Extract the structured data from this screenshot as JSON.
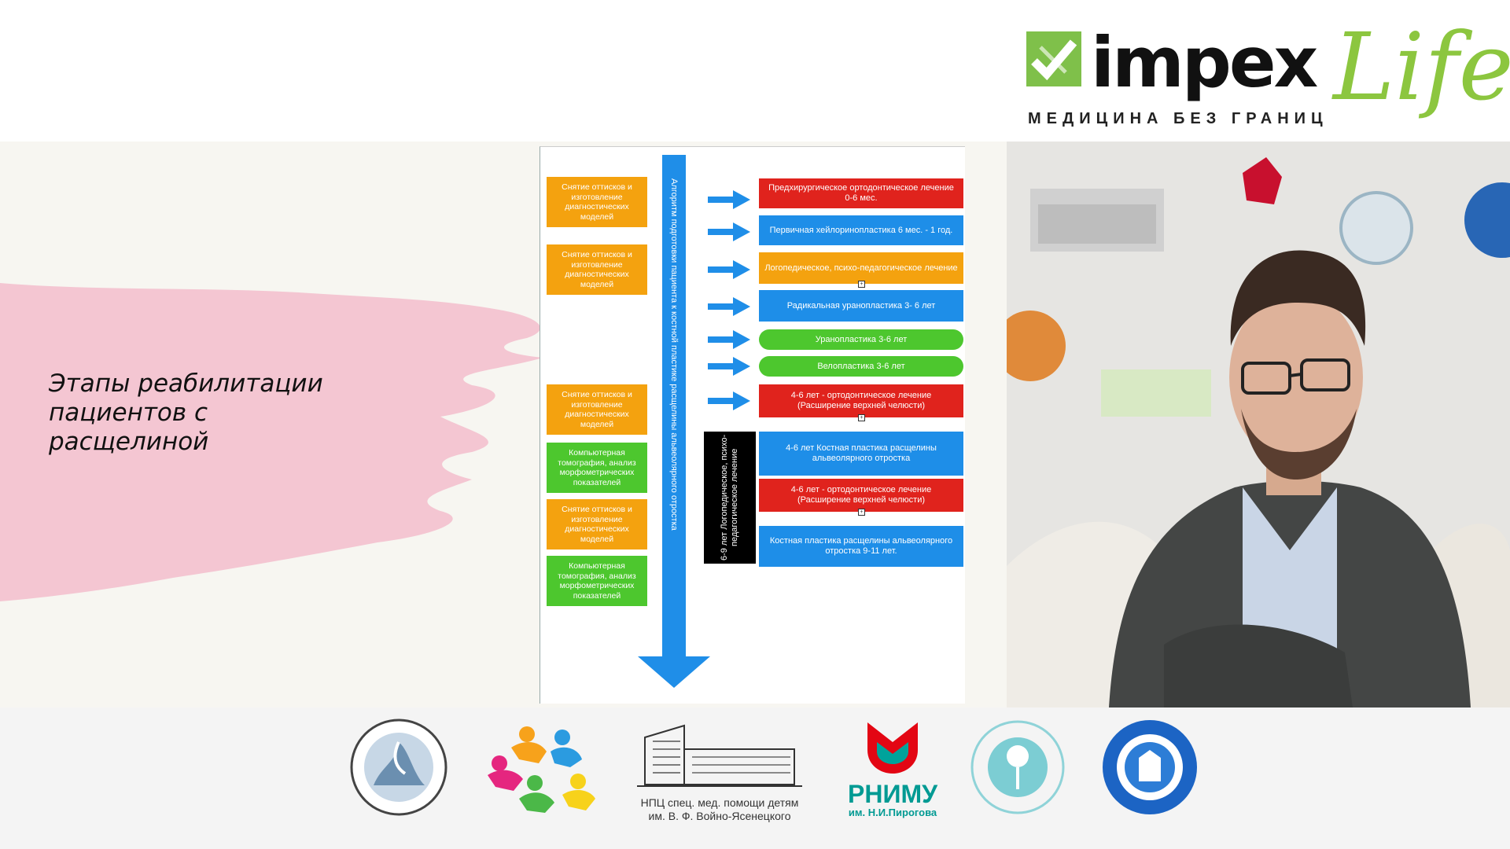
{
  "header": {
    "brand_name": "impex",
    "brand_suffix": "Life",
    "tagline": "МЕДИЦИНА БЕЗ ГРАНИЦ",
    "brand_color": "#8cc63f"
  },
  "slide": {
    "title_line1": "Этапы реабилитации",
    "title_line2": "пациентов с",
    "title_line3": "расщелиной",
    "accent_color": "#f4c6d2"
  },
  "diagram": {
    "vertical_arrow_text": "Алгоритм подготовки пациента к костной пластике расщелины альвеолярного отростка",
    "left_boxes": [
      {
        "text": "Снятие оттисков и изготовление диагностических моделей",
        "color": "orange"
      },
      {
        "text": "Снятие оттисков и изготовление диагностических моделей",
        "color": "orange"
      },
      {
        "text": "Снятие оттисков и изготовление диагностических моделей",
        "color": "orange"
      },
      {
        "text": "Компьютерная томография, анализ морфометрических показателей",
        "color": "green"
      },
      {
        "text": "Снятие оттисков и изготовление диагностических моделей",
        "color": "orange"
      },
      {
        "text": "Компьютерная томография, анализ морфометрических показателей",
        "color": "green"
      }
    ],
    "right_boxes": [
      {
        "text": "Предхирургическое ортодонтическое лечение 0-6 мес.",
        "color": "red"
      },
      {
        "text": "Первичная хейлоринопластика 6 мес. - 1 год.",
        "color": "blue"
      },
      {
        "text": "Логопедическое, психо-педагогическое лечение",
        "color": "orange"
      },
      {
        "text": "Радикальная уранопластика 3- 6 лет",
        "color": "blue"
      },
      {
        "text": "Уранопластика 3-6 лет",
        "color": "green"
      },
      {
        "text": "Велопластика 3-6 лет",
        "color": "green"
      },
      {
        "text": "4-6 лет - ортодонтическое лечение (Расширение верхней челюсти)",
        "color": "red"
      },
      {
        "text": "4-6 лет Костная пластика расщелины альвеолярного отростка",
        "color": "blue"
      },
      {
        "text": "4-6 лет - ортодонтическое лечение (Расширение верхней челюсти)",
        "color": "red"
      },
      {
        "text": "Костная пластика расщелины альвеолярного отростка 9-11 лет.",
        "color": "blue"
      }
    ],
    "black_box_text": "6-9 лет Логопедическое, психо-педагогическое лечение"
  },
  "footer": {
    "logos": [
      {
        "name": "federation-logo-icon"
      },
      {
        "name": "children-figures-logo-icon"
      },
      {
        "name": "npc-building-logo-icon",
        "caption_line1": "НПЦ спец. мед. помощи детям",
        "caption_line2": "им. В. Ф. Войно-Ясенецкого"
      },
      {
        "name": "rnimu-logo-icon",
        "title": "РНИМУ",
        "subtitle": "им. Н.И.Пирогова"
      },
      {
        "name": "lortoday-logo-icon"
      },
      {
        "name": "phoniatrists-association-logo-icon"
      }
    ]
  }
}
